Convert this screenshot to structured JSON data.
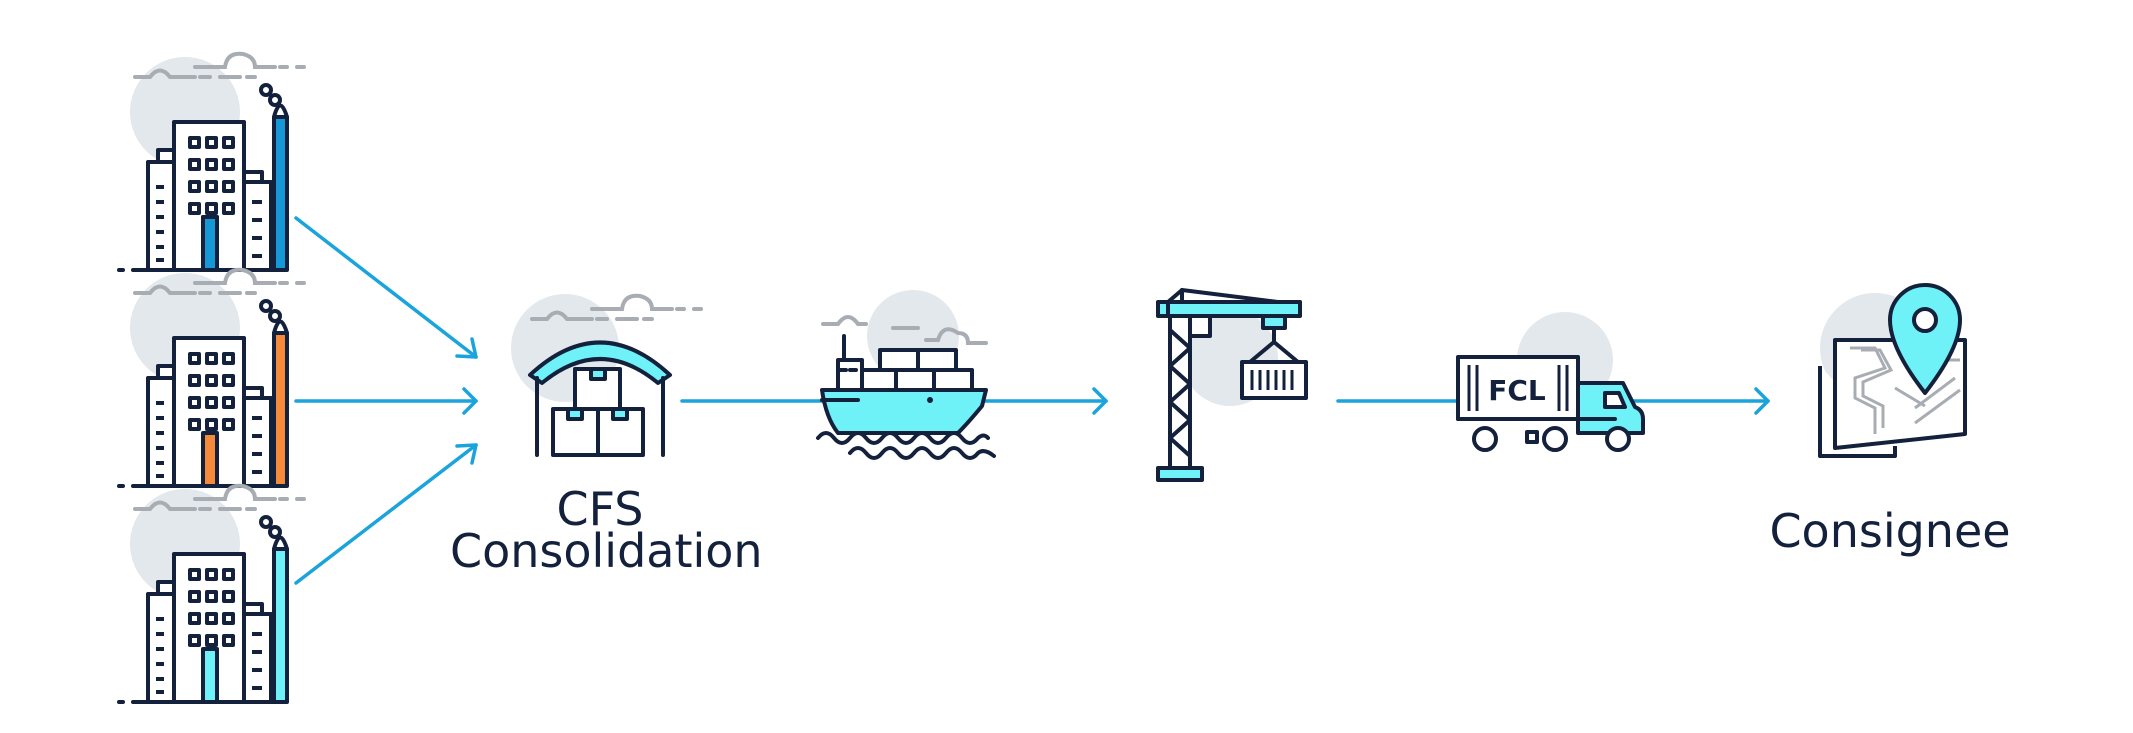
{
  "labels": {
    "cfs": "CFS Consolidation",
    "consignee": "Consignee",
    "truck_text": "FCL"
  },
  "icons": {
    "factory_1": "factory-icon",
    "factory_2": "factory-icon",
    "factory_3": "factory-icon",
    "cfs": "warehouse-icon",
    "ship": "container-ship-icon",
    "crane": "port-crane-icon",
    "truck": "fcl-truck-icon",
    "consignee": "map-location-pin-icon"
  },
  "colors": {
    "navy": "#13213c",
    "arrow": "#1ba4dc",
    "cyan": "#6ef2f7",
    "blue": "#1698d6",
    "orange": "#f58a3b",
    "circle": "#e3e8ec",
    "cloud": "#a8adb4"
  }
}
